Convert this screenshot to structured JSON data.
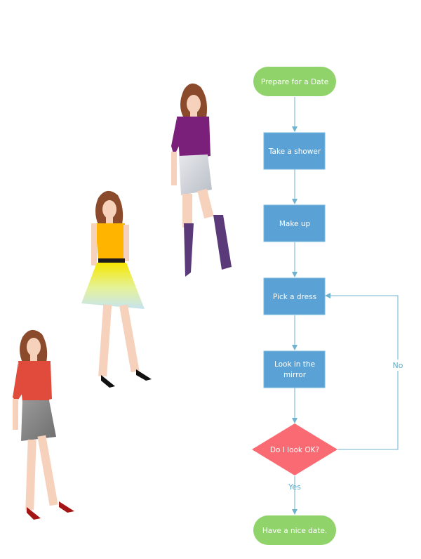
{
  "flowchart": {
    "nodes": [
      {
        "id": "start",
        "type": "terminal",
        "label": "Prepare for a Date",
        "color": "#8fd36a"
      },
      {
        "id": "shower",
        "type": "process",
        "label": "Take a shower",
        "color": "#5aa2d6"
      },
      {
        "id": "makeup",
        "type": "process",
        "label": "Make up",
        "color": "#5aa2d6"
      },
      {
        "id": "dress",
        "type": "process",
        "label": "Pick a dress",
        "color": "#5aa2d6"
      },
      {
        "id": "mirror",
        "type": "process",
        "label_lines": [
          "Look in the",
          "mirror"
        ],
        "color": "#5aa2d6"
      },
      {
        "id": "check",
        "type": "decision",
        "label": "Do I look OK?",
        "color": "#f96a72"
      },
      {
        "id": "end",
        "type": "terminal",
        "label": "Have a nice date.",
        "color": "#8fd36a"
      }
    ],
    "edges": [
      {
        "from": "start",
        "to": "shower"
      },
      {
        "from": "shower",
        "to": "makeup"
      },
      {
        "from": "makeup",
        "to": "dress"
      },
      {
        "from": "dress",
        "to": "mirror"
      },
      {
        "from": "mirror",
        "to": "check"
      },
      {
        "from": "check",
        "to": "end",
        "label": "Yes"
      },
      {
        "from": "check",
        "to": "dress",
        "label": "No"
      }
    ],
    "edge_color": "#6fb3cf"
  },
  "illustrations": [
    {
      "name": "woman-purple-top-icon",
      "top_color": "#7a1f7a",
      "skirt_color": "#c8ccd2",
      "boots_color": "#5a3a78"
    },
    {
      "name": "woman-yellow-dress-icon",
      "top_color": "#ffb400",
      "skirt_color": "#d8ec7a"
    },
    {
      "name": "woman-red-top-icon",
      "top_color": "#e04b3c",
      "skirt_color": "#7a7a7a"
    }
  ]
}
